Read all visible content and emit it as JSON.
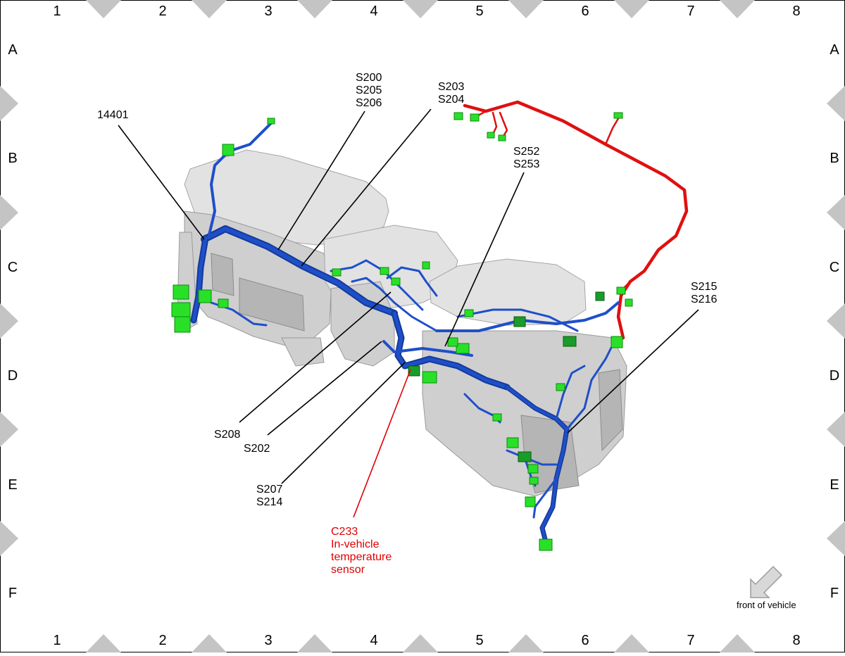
{
  "grid": {
    "columns": [
      "1",
      "2",
      "3",
      "4",
      "5",
      "6",
      "7",
      "8"
    ],
    "rows": [
      "A",
      "B",
      "C",
      "D",
      "E",
      "F"
    ]
  },
  "callouts": {
    "harness": "14401",
    "s200_group": [
      "S200",
      "S205",
      "S206"
    ],
    "s203_group": [
      "S203",
      "S204"
    ],
    "s252_group": [
      "S252",
      "S253"
    ],
    "s215_group": [
      "S215",
      "S216"
    ],
    "s208": "S208",
    "s202": "S202",
    "s207_group": [
      "S207",
      "S214"
    ],
    "c233_group": [
      "C233",
      "In-vehicle",
      "temperature",
      "sensor"
    ]
  },
  "orientation": {
    "label": "front of vehicle",
    "icon": "arrow-down-left-icon"
  },
  "colors": {
    "harness_main": "#1f4fc8",
    "harness_red": "#e01010",
    "connector": "#29e029",
    "highlight_label": "#e00000",
    "frame_triangles": "#c4c4c4"
  }
}
